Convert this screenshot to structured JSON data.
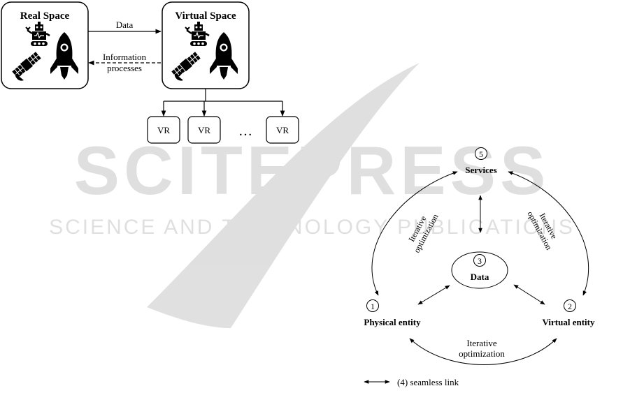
{
  "watermark": {
    "logo_text": "SCITEPRESS",
    "tagline": "SCIENCE AND TECHNOLOGY PUBLICATIONS"
  },
  "top_diagram": {
    "real_space_title": "Real Space",
    "virtual_space_title": "Virtual Space",
    "data_arrow_label": "Data",
    "info_arrow_label_line1": "Information",
    "info_arrow_label_line2": "processes",
    "vr_boxes": [
      "VR",
      "VR",
      "VR"
    ],
    "ellipsis": "…"
  },
  "bottom_diagram": {
    "services": {
      "number": "5",
      "label": "Services"
    },
    "data": {
      "number": "3",
      "label": "Data"
    },
    "physical_entity": {
      "number": "1",
      "label": "Physical entity"
    },
    "virtual_entity": {
      "number": "2",
      "label": "Virtual entity"
    },
    "left_arc_label": [
      "Iterative",
      "optimization"
    ],
    "right_arc_label": [
      "Iterative",
      "optimization"
    ],
    "bottom_arc_label": [
      "Iterative",
      "optimization"
    ],
    "legend_label": "(4) seamless link"
  }
}
